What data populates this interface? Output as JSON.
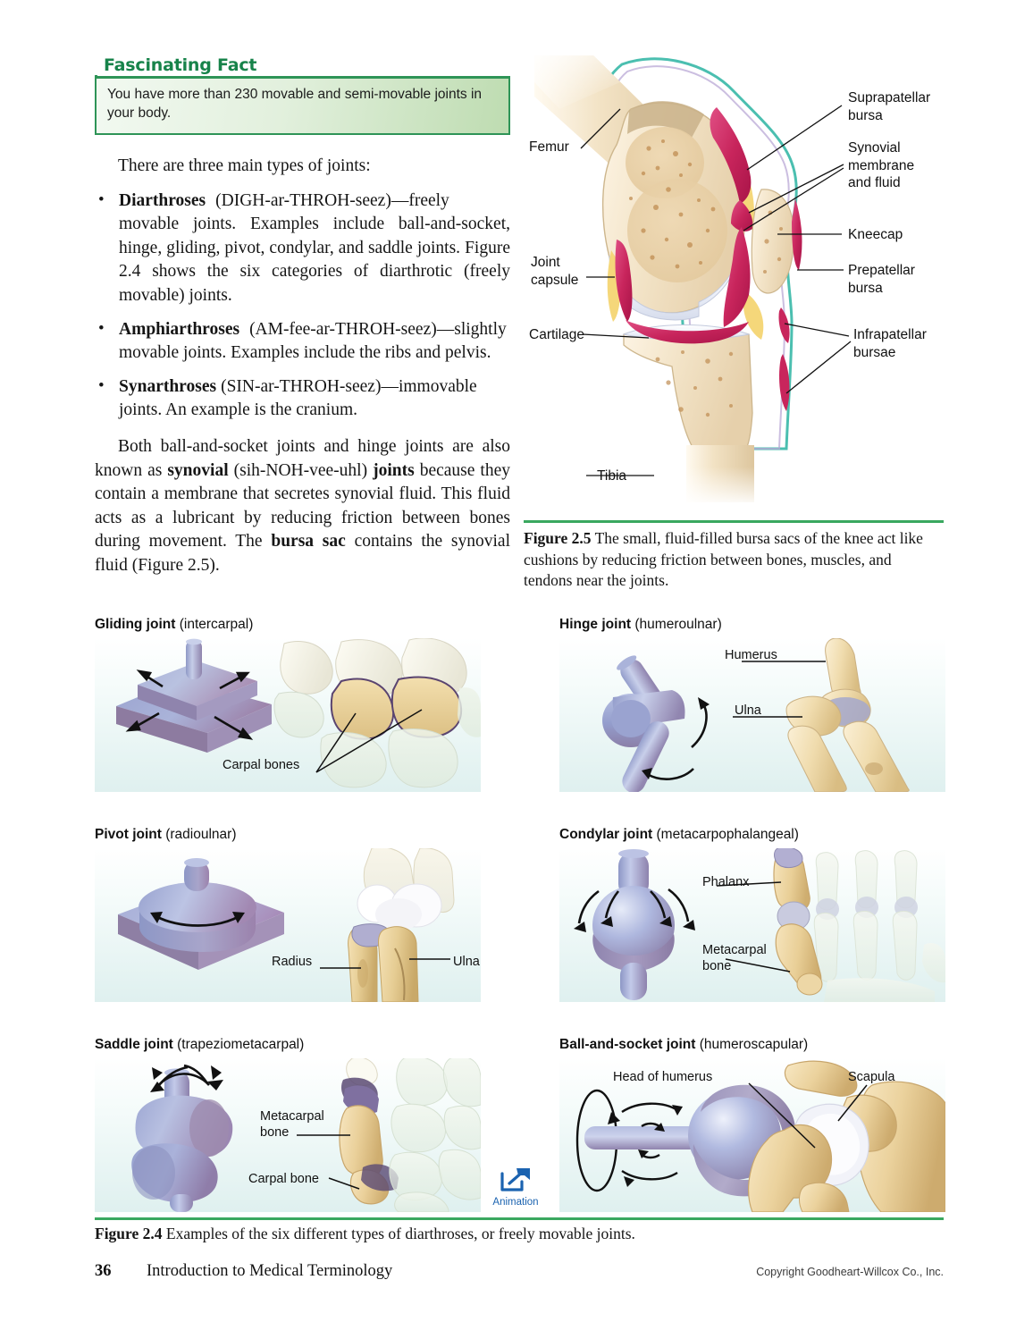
{
  "fascinating_fact": {
    "heading": "Fascinating Fact",
    "text": "You have more than 230 movable and semi-movable joints in your body."
  },
  "body": {
    "intro": "There are three main types of joints:",
    "bullets": [
      {
        "term": "Diarthroses",
        "rest": "(DIGH-ar-THROH-seez)—freely movable joints. Examples include ball-and-socket, hinge, gliding, pivot, condylar, and saddle joints. Figure 2.4 shows the six categories of diarthrotic (freely movable) joints."
      },
      {
        "term": "Amphiarthroses",
        "rest": "(AM-fee-ar-THROH-seez)—slightly movable joints. Examples include the ribs and pelvis."
      },
      {
        "term": "Synarthroses",
        "rest": "(SIN-ar-THROH-seez)—immovable joints. An example is the cranium."
      }
    ],
    "closing_1": "Both ball-and-socket joints and hinge joints are also known as ",
    "closing_b1": "synovial",
    "closing_2": " (sih-NOH-vee-uhl) ",
    "closing_b2": "joints",
    "closing_3": " because they contain a membrane that secretes synovial fluid. This fluid acts as a lubricant by reducing friction between bones during movement. The ",
    "closing_b3": "bursa sac",
    "closing_4": " contains the synovial fluid (Figure 2.5)."
  },
  "knee_figure": {
    "labels": {
      "femur": "Femur",
      "joint_capsule": "Joint\ncapsule",
      "cartilage": "Cartilage",
      "tibia": "Tibia",
      "suprapatellar": "Suprapatellar\nbursa",
      "synovial": "Synovial\nmembrane\nand fluid",
      "kneecap": "Kneecap",
      "prepatellar": "Prepatellar\nbursa",
      "infrapatellar": "Infrapatellar\nbursae"
    },
    "caption_number": "Figure 2.5",
    "caption_text": "  The small, fluid-filled bursa sacs of the knee act like cushions by reducing friction between bones, muscles, and tendons near the joints."
  },
  "joints_figure": {
    "panels": [
      {
        "name": "Gliding joint",
        "subtitle": " (intercarpal)",
        "labels": [
          "Carpal bones"
        ]
      },
      {
        "name": "Hinge joint",
        "subtitle": " (humeroulnar)",
        "labels": [
          "Humerus",
          "Ulna"
        ]
      },
      {
        "name": "Pivot joint",
        "subtitle": " (radioulnar)",
        "labels": [
          "Radius",
          "Ulna"
        ]
      },
      {
        "name": "Condylar joint",
        "subtitle": "  (metacarpophalangeal)",
        "labels": [
          "Phalanx",
          "Metacarpal\nbone"
        ]
      },
      {
        "name": "Saddle joint",
        "subtitle": " (trapeziometacarpal)",
        "labels": [
          "Metacarpal\nbone",
          "Carpal bone"
        ]
      },
      {
        "name": "Ball-and-socket joint",
        "subtitle": " (humeroscapular)",
        "labels": [
          "Head of humerus",
          "Scapula"
        ]
      }
    ],
    "animation_label": "Animation",
    "caption_number": "Figure 2.4",
    "caption_text": "  Examples of the six different types of diarthroses, or freely movable joints."
  },
  "footer": {
    "page_number": "36",
    "book_title": "Introduction to Medical Terminology",
    "copyright": "Copyright Goodheart-Willcox Co., Inc."
  },
  "colors": {
    "green_accent": "#2e9457",
    "green_rule": "#3aa85f",
    "animation_blue": "#1b63b0",
    "bone": "#f0e0c4",
    "synovial_pink": "#c8255c",
    "capsule_teal": "#4bbfb0",
    "fat_yellow": "#f5d77a"
  }
}
